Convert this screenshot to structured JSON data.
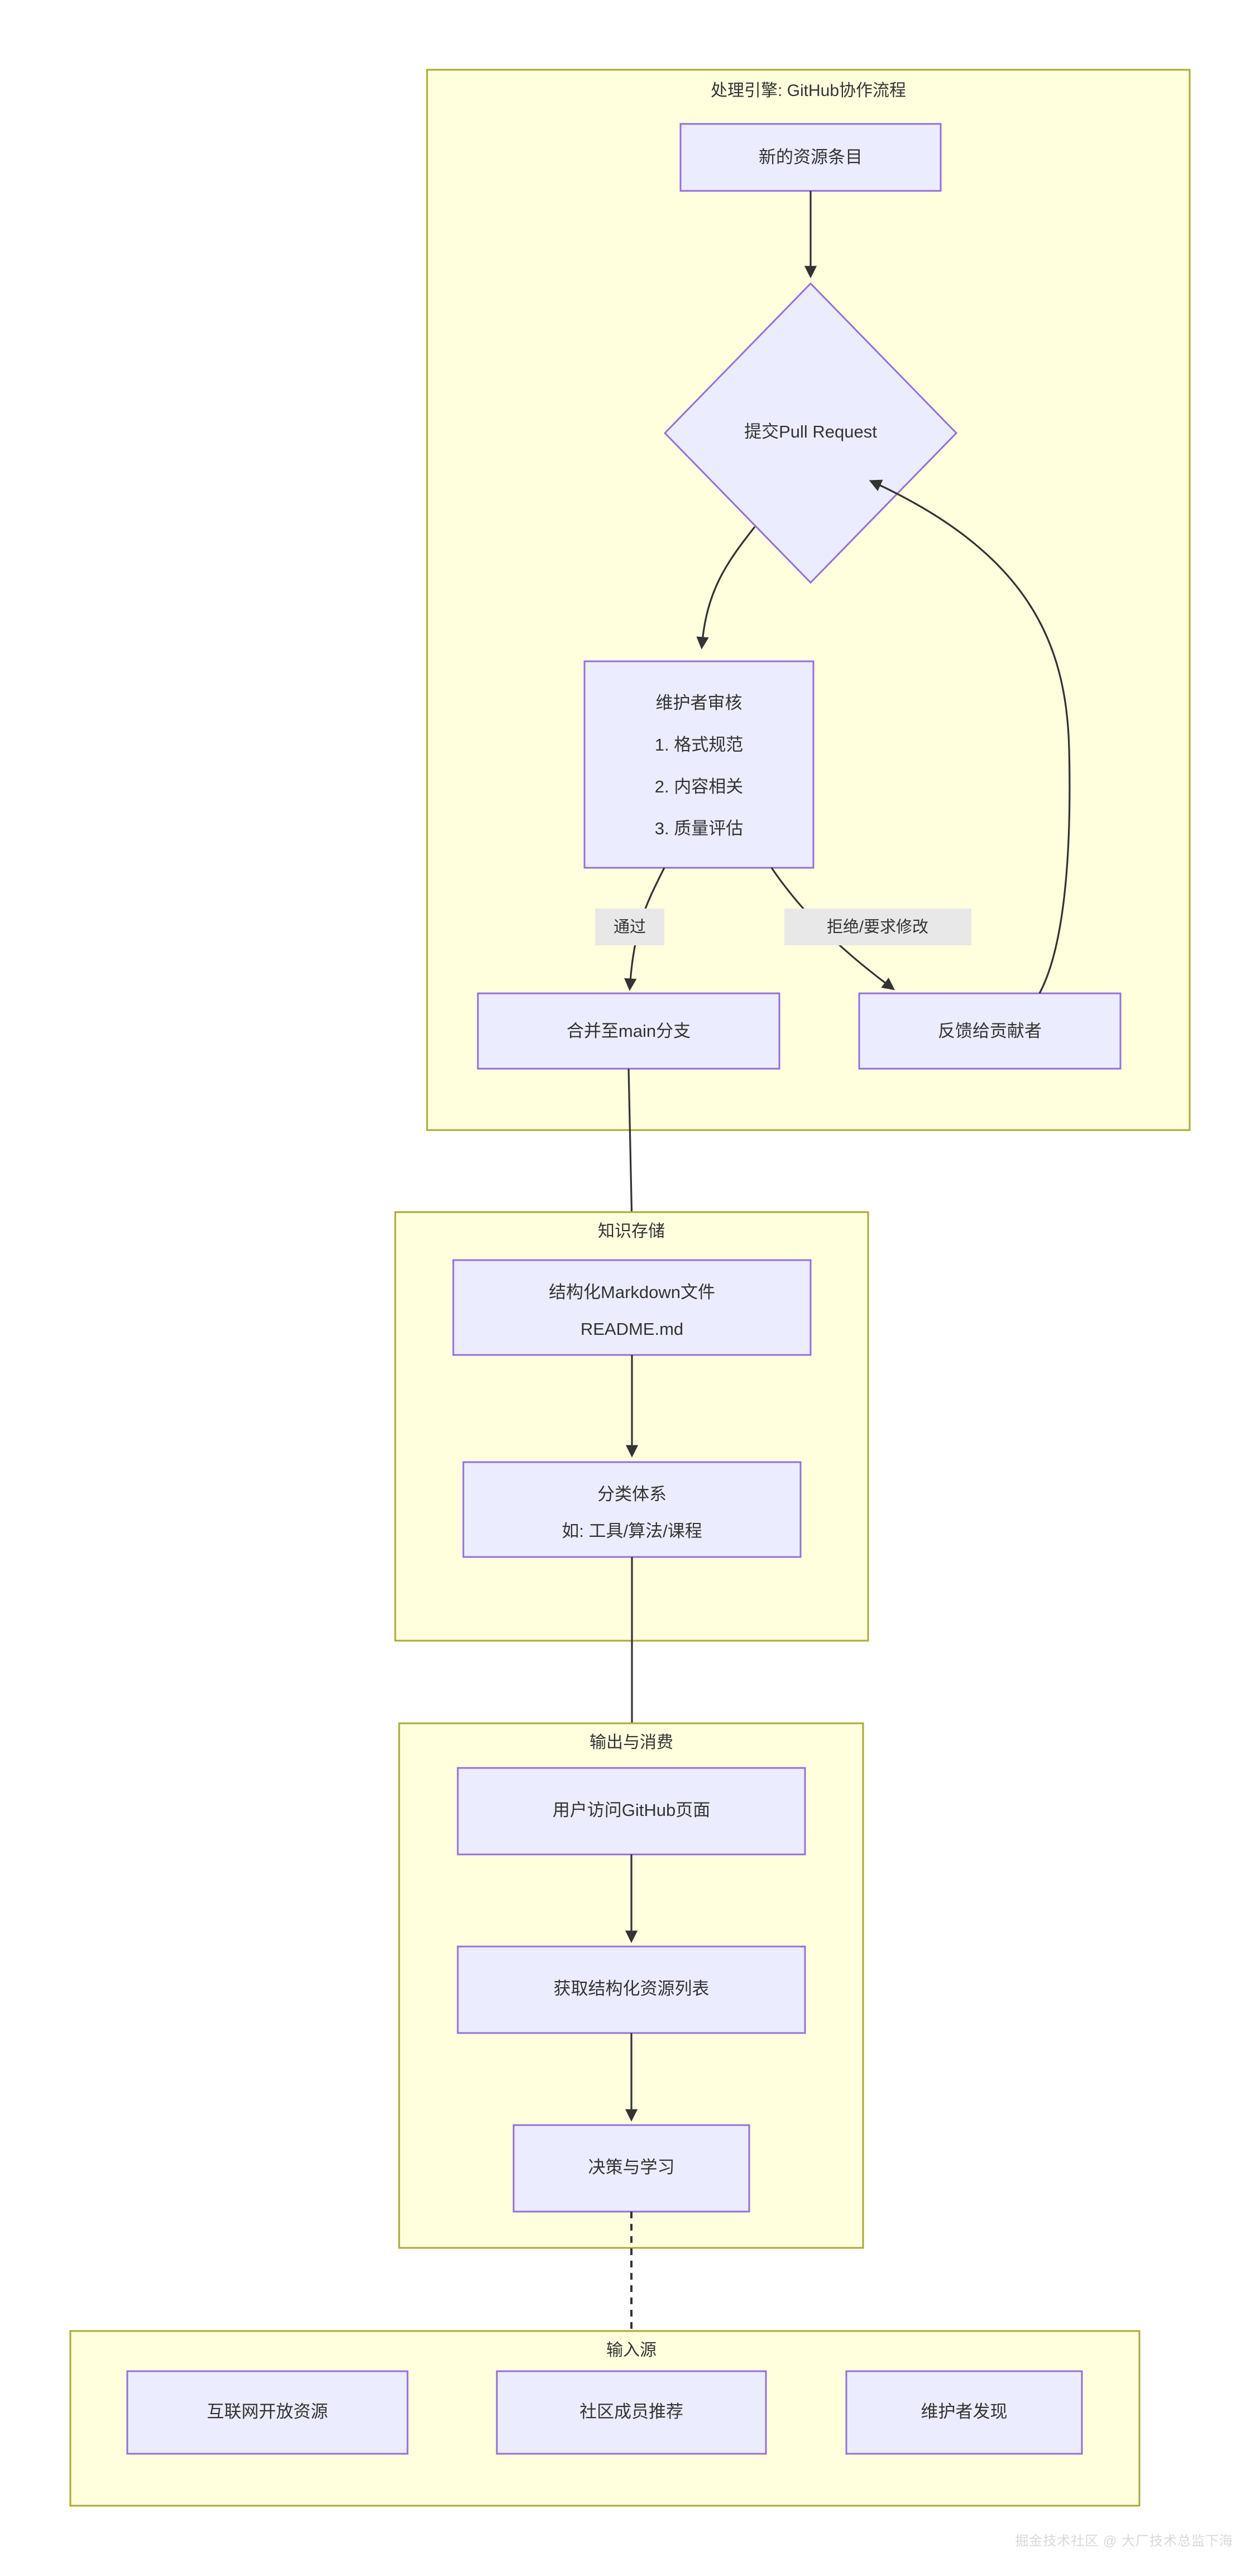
{
  "diagram": {
    "type": "flowchart",
    "direction": "top-to-bottom",
    "colors": {
      "cluster_fill": "#ffffde",
      "cluster_stroke": "#aaaa33",
      "node_fill": "#ececff",
      "node_stroke": "#9370db",
      "edge_stroke": "#333333",
      "edge_label_bg": "#e8e8e8",
      "text": "#333333",
      "watermark": "#d8d8d8"
    },
    "clusters": [
      {
        "id": "process-engine",
        "label": "处理引擎: GitHub协作流程",
        "nodes": [
          "new-resource-entry",
          "submit-pull-request",
          "maintainer-review",
          "merge-to-main",
          "feedback-to-contributor"
        ]
      },
      {
        "id": "knowledge-storage",
        "label": "知识存储",
        "nodes": [
          "structured-markdown",
          "classification-system"
        ]
      },
      {
        "id": "output-consumption",
        "label": "输出与消费",
        "nodes": [
          "user-visits-github-page",
          "fetch-structured-list",
          "decide-and-learn"
        ]
      },
      {
        "id": "input-sources",
        "label": "输入源",
        "nodes": [
          "internet-open-resources",
          "community-recommendation",
          "maintainer-discovery"
        ]
      }
    ],
    "nodes": [
      {
        "id": "new-resource-entry",
        "shape": "rect",
        "label": "新的资源条目"
      },
      {
        "id": "submit-pull-request",
        "shape": "diamond",
        "label": "提交Pull Request"
      },
      {
        "id": "maintainer-review",
        "shape": "rect",
        "label": "维护者审核",
        "lines": [
          "维护者审核",
          "1. 格式规范",
          "2. 内容相关",
          "3. 质量评估"
        ]
      },
      {
        "id": "merge-to-main",
        "shape": "rect",
        "label": "合并至main分支"
      },
      {
        "id": "feedback-to-contributor",
        "shape": "rect",
        "label": "反馈给贡献者"
      },
      {
        "id": "structured-markdown",
        "shape": "rect",
        "label": "结构化Markdown文件",
        "lines": [
          "结构化Markdown文件",
          "README.md"
        ]
      },
      {
        "id": "classification-system",
        "shape": "rect",
        "label": "分类体系",
        "lines": [
          "分类体系",
          "如: 工具/算法/课程"
        ]
      },
      {
        "id": "user-visits-github-page",
        "shape": "rect",
        "label": "用户访问GitHub页面"
      },
      {
        "id": "fetch-structured-list",
        "shape": "rect",
        "label": "获取结构化资源列表"
      },
      {
        "id": "decide-and-learn",
        "shape": "rect",
        "label": "决策与学习"
      },
      {
        "id": "internet-open-resources",
        "shape": "rect",
        "label": "互联网开放资源"
      },
      {
        "id": "community-recommendation",
        "shape": "rect",
        "label": "社区成员推荐"
      },
      {
        "id": "maintainer-discovery",
        "shape": "rect",
        "label": "维护者发现"
      }
    ],
    "edges": [
      {
        "from": "new-resource-entry",
        "to": "submit-pull-request",
        "label": "",
        "style": "solid"
      },
      {
        "from": "submit-pull-request",
        "to": "maintainer-review",
        "label": "",
        "style": "solid"
      },
      {
        "from": "maintainer-review",
        "to": "merge-to-main",
        "label": "通过",
        "style": "solid"
      },
      {
        "from": "maintainer-review",
        "to": "feedback-to-contributor",
        "label": "拒绝/要求修改",
        "style": "solid"
      },
      {
        "from": "feedback-to-contributor",
        "to": "submit-pull-request",
        "label": "",
        "style": "solid"
      },
      {
        "from": "merge-to-main",
        "to": "structured-markdown",
        "label": "",
        "style": "solid"
      },
      {
        "from": "structured-markdown",
        "to": "classification-system",
        "label": "",
        "style": "solid"
      },
      {
        "from": "classification-system",
        "to": "user-visits-github-page",
        "label": "",
        "style": "solid"
      },
      {
        "from": "user-visits-github-page",
        "to": "fetch-structured-list",
        "label": "",
        "style": "solid"
      },
      {
        "from": "fetch-structured-list",
        "to": "decide-and-learn",
        "label": "",
        "style": "solid"
      },
      {
        "from": "decide-and-learn",
        "to": "community-recommendation",
        "label": "",
        "style": "dotted"
      }
    ],
    "edge_labels": {
      "pass": "通过",
      "reject": "拒绝/要求修改"
    }
  },
  "watermark": {
    "text": "掘金技术社区 @ 大厂技术总监下海"
  },
  "node_text": {
    "new_resource_entry": "新的资源条目",
    "submit_pull_request": "提交Pull Request",
    "maintainer_review_title": "维护者审核",
    "maintainer_review_1": "1. 格式规范",
    "maintainer_review_2": "2. 内容相关",
    "maintainer_review_3": "3. 质量评估",
    "merge_to_main": "合并至main分支",
    "feedback_to_contributor": "反馈给贡献者",
    "structured_markdown_1": "结构化Markdown文件",
    "structured_markdown_2": "README.md",
    "classification_1": "分类体系",
    "classification_2": "如: 工具/算法/课程",
    "user_visits": "用户访问GitHub页面",
    "fetch_list": "获取结构化资源列表",
    "decide_learn": "决策与学习",
    "internet_open": "互联网开放资源",
    "community_rec": "社区成员推荐",
    "maintainer_discovery": "维护者发现"
  },
  "cluster_text": {
    "process_engine": "处理引擎: GitHub协作流程",
    "knowledge_storage": "知识存储",
    "output_consumption": "输出与消费",
    "input_sources": "输入源"
  }
}
